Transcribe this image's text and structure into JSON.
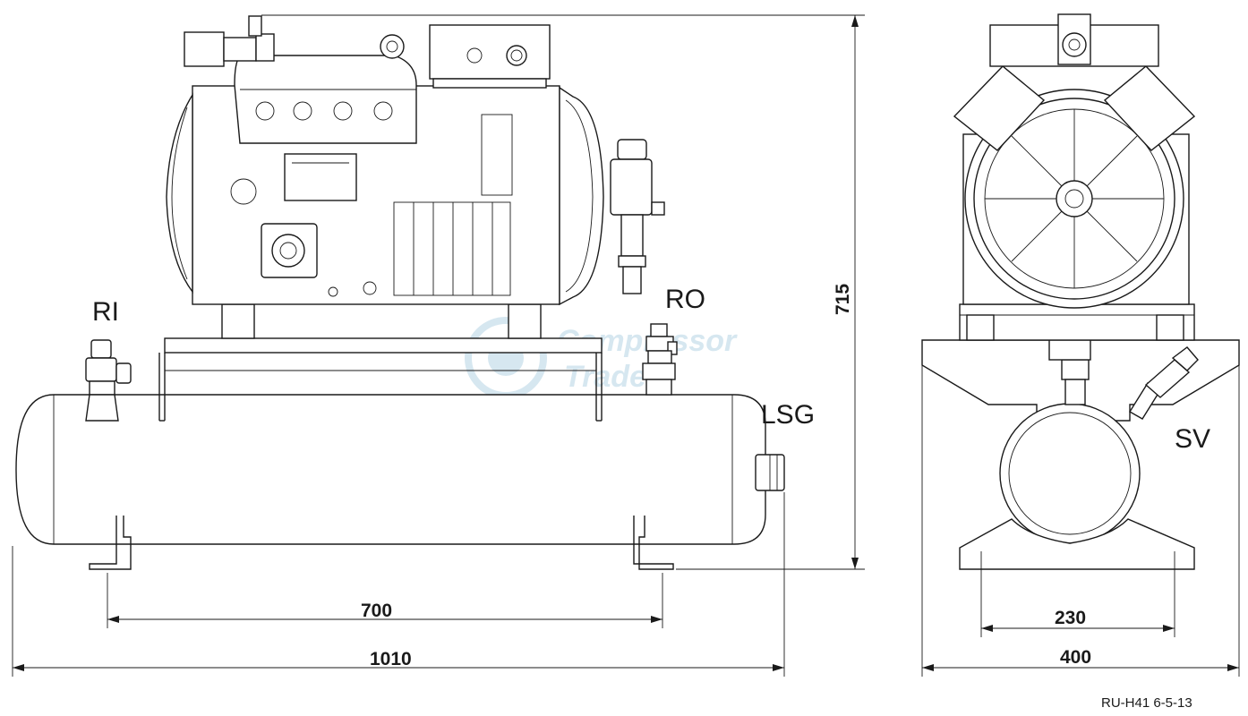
{
  "labels": {
    "ri": "RI",
    "ro": "RO",
    "lsg": "LSG",
    "sv": "SV"
  },
  "dimensions": {
    "front_height": "715",
    "front_mount_spacing": "700",
    "front_total_length": "1010",
    "side_mount_spacing": "230",
    "side_total_width": "400"
  },
  "reference_code": "RU-H41 6-5-13",
  "watermark": {
    "line1": "Compressor",
    "line2": "Trade"
  },
  "colors": {
    "line": "#1a1a1a",
    "watermark": "#cfe3ee"
  }
}
